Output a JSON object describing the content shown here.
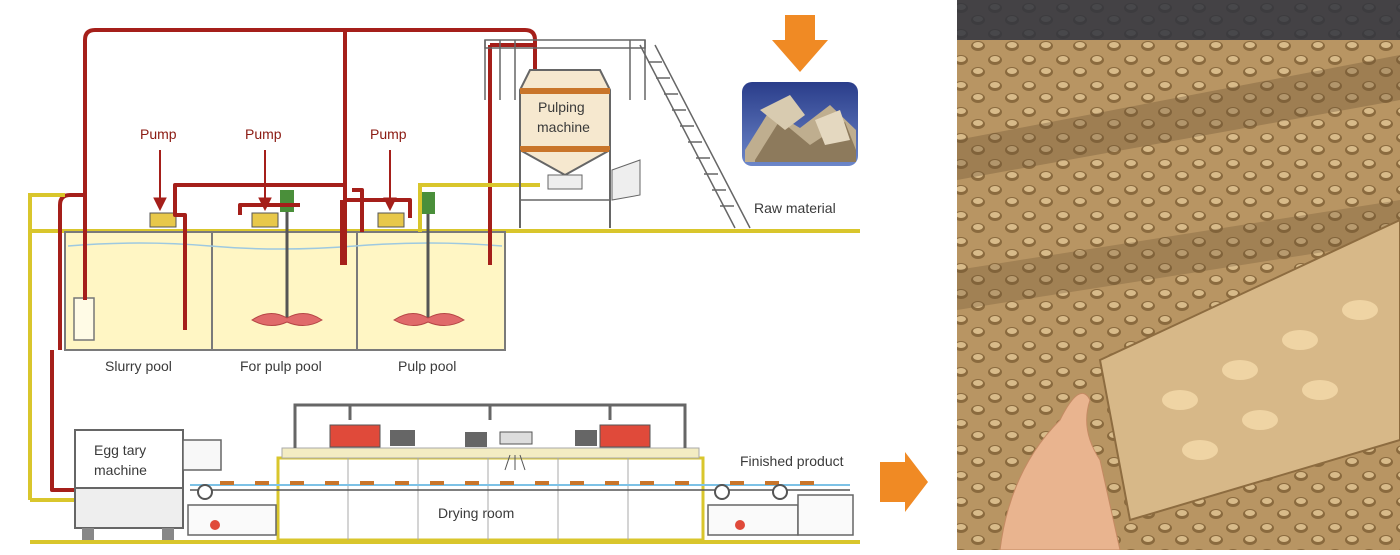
{
  "diagram": {
    "labels": {
      "pump_1": "Pump",
      "pump_2": "Pump",
      "pump_3": "Pump",
      "pulping_machine_line1": "Pulping",
      "pulping_machine_line2": "machine",
      "raw_material": "Raw material",
      "slurry_pool": "Slurry pool",
      "for_pulp_pool": "For pulp pool",
      "pulp_pool": "Pulp pool",
      "egg_tray_machine_line1": "Egg tary",
      "egg_tray_machine_line2": "machine",
      "finished_product": "Finished product",
      "drying_room": "Drying room"
    },
    "colors": {
      "pipe_red": "#a51f1a",
      "pipe_yellow": "#d9c62c",
      "pool_fill": "#fff6c4",
      "arrow_orange": "#f08a24",
      "label_text": "#3a3a3a"
    }
  },
  "photos": {
    "raw_material_photo": "raw-material-photo",
    "egg_tray_stack_photo": "egg-tray-stack-photo"
  }
}
